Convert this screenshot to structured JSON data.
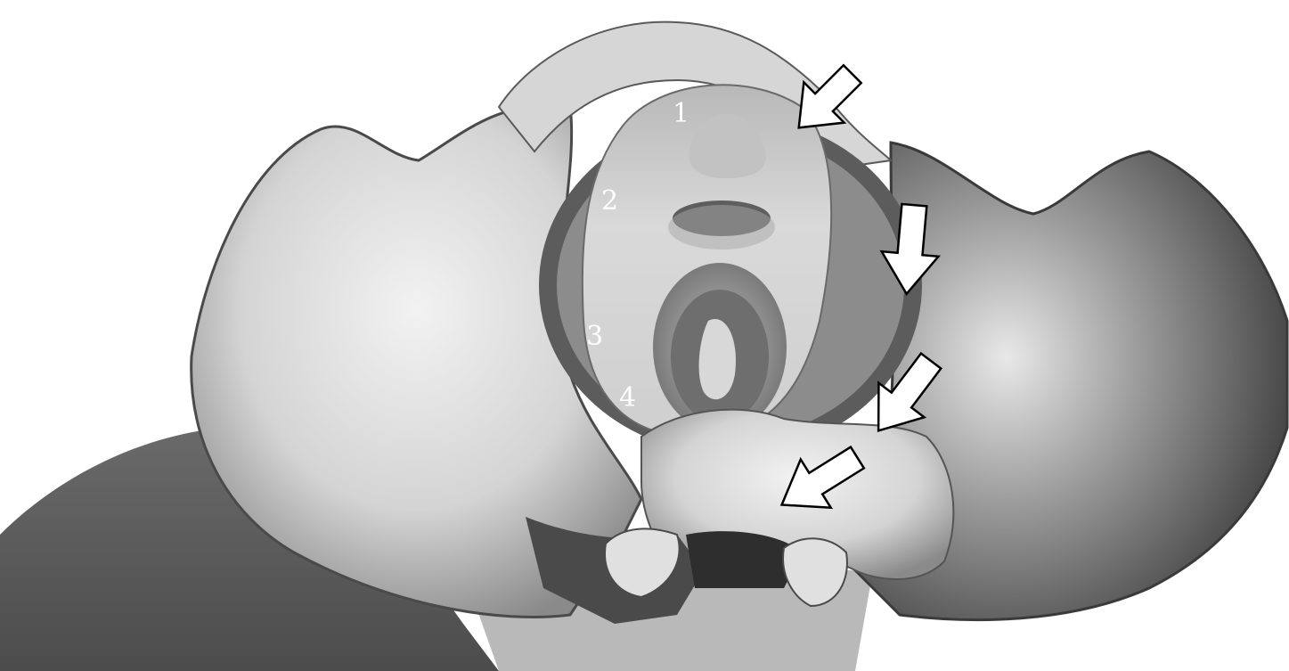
{
  "labels": {
    "one": "1",
    "two": "2",
    "three": "3",
    "four": "4"
  },
  "arrows": {
    "count": 4,
    "color": "#ffffff",
    "outline": "#000000"
  },
  "colors": {
    "background": "#ffffff",
    "bone_light": "#e4e4e4",
    "bone_mid": "#bdbdbd",
    "bone_dark": "#6e6e6e",
    "shadow": "#4a4a4a",
    "fetal_head": "#d2d2d2"
  }
}
